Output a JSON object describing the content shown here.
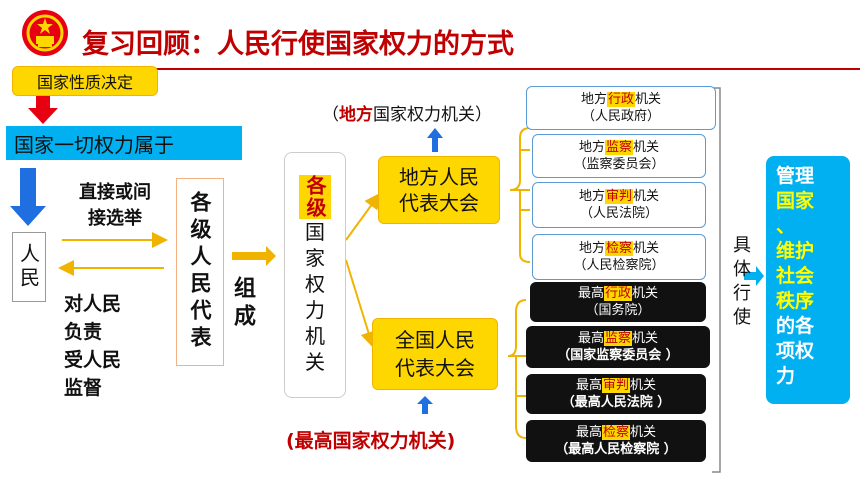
{
  "title": "复习回顾：人民行使国家权力的方式",
  "left": {
    "source_label": "国家性质决定",
    "belongs_label": "国家一切权力属于",
    "people": "人民",
    "election_line1": "直接或间",
    "election_line2": "接选举",
    "responsibility": [
      "对人民",
      "负责",
      "受人民",
      "监督"
    ],
    "representatives": "各级人民代表",
    "compose": "组成"
  },
  "organs_box": {
    "highlight": "各级",
    "rest": [
      "国",
      "家",
      "权",
      "力",
      "机",
      "关"
    ]
  },
  "local": {
    "label_prefix": "（",
    "label_red": "地方",
    "label_rest": "国家权力机关）",
    "congress_line1": "地方人民",
    "congress_line2": "代表大会",
    "organs": [
      {
        "pre": "地方",
        "key": "行政",
        "post": "机关",
        "sub": "（人民政府）"
      },
      {
        "pre": "地方",
        "key": "监察",
        "post": "机关",
        "sub": "（监察委员会）"
      },
      {
        "pre": "地方",
        "key": "审判",
        "post": "机关",
        "sub": "（人民法院）"
      },
      {
        "pre": "地方",
        "key": "检察",
        "post": "机关",
        "sub": "（人民检察院）"
      }
    ]
  },
  "national": {
    "label": "(最高国家权力机关)",
    "congress_line1": "全国人民",
    "congress_line2": "代表大会",
    "organs": [
      {
        "pre": "最高",
        "key": "行政",
        "post": "机关",
        "sub": "（国务院）"
      },
      {
        "pre": "最高",
        "key": "监察",
        "post": "机关",
        "sub": "（国家监察委员会 ）"
      },
      {
        "pre": "最高",
        "key": "审判",
        "post": "机关",
        "sub": "（最高人民法院 ）"
      },
      {
        "pre": "最高",
        "key": "检察",
        "post": "机关",
        "sub": "（最高人民检察院 ）"
      }
    ]
  },
  "exercise": [
    "具",
    "体",
    "行",
    "使"
  ],
  "manage": {
    "line1": "管理",
    "line2": "国家",
    "sep": "、",
    "rest": [
      "维护",
      "社会",
      "秩序",
      "的各",
      "项权",
      "力"
    ]
  },
  "colors": {
    "red": "#c00000",
    "yellow": "#ffd700",
    "blue": "#00b0f0",
    "arrow_blue": "#1f6fe0",
    "arrow_orange": "#f0b400"
  }
}
